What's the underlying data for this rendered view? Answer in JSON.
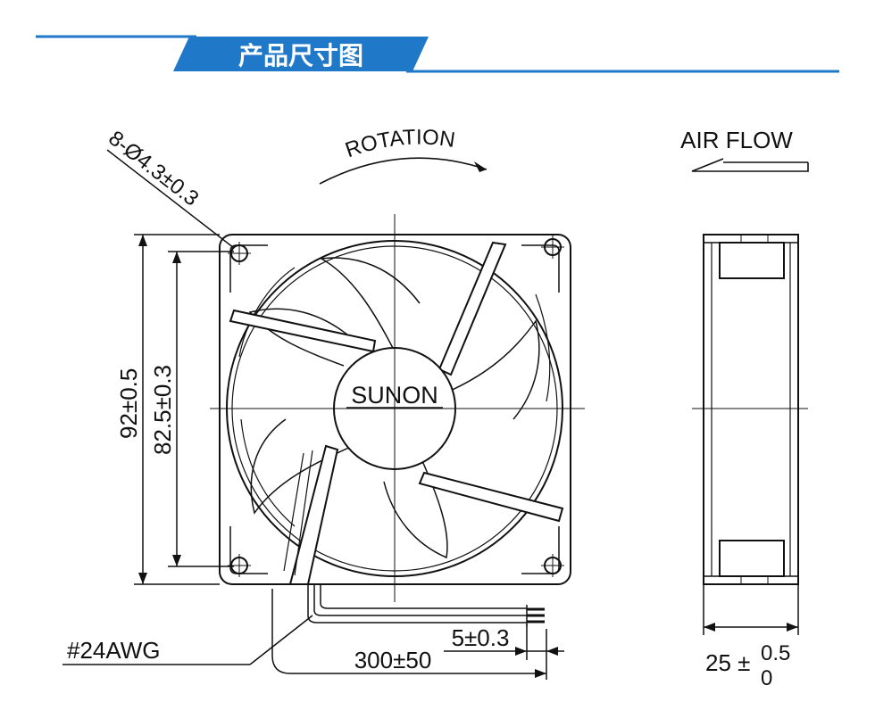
{
  "header": {
    "title": "产品尺寸图",
    "accent_color": "#1f78c8"
  },
  "front_view": {
    "brand": "SUNON",
    "rotation_label": "ROTATION",
    "hole_spec": "8-Ø4.3±0.3",
    "outer_dim": "92±0.5",
    "hole_pitch": "82.5±0.3",
    "wire_gauge": "#24AWG",
    "lead_length": "300±50",
    "strip_length": "5±0.3"
  },
  "side_view": {
    "airflow_label": "AIR FLOW",
    "thickness_main": "25 ±",
    "thickness_tol_upper": "0.5",
    "thickness_tol_lower": "0"
  }
}
